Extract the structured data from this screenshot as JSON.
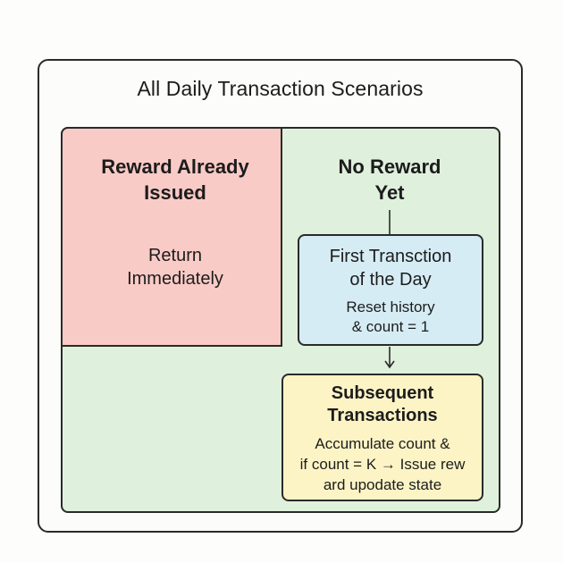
{
  "diagram": {
    "title": "All Daily Transaction Scenarios",
    "reward_issued": {
      "title_line1": "Reward Already",
      "title_line2": "Issued",
      "text_line1": "Return",
      "text_line2": "Immediately"
    },
    "no_reward": {
      "title_line1": "No Reward",
      "title_line2": "Yet"
    },
    "first_transaction": {
      "title_line1": "First Transction",
      "title_line2": "of the Day",
      "text_line1": "Reset history",
      "text_line2": "& count = 1"
    },
    "subsequent": {
      "title_line1": "Subsequent",
      "title_line2": "Transactions",
      "text_line1": "Accumulate count &",
      "text_line2": "if count = K → Issue rew",
      "text_line3": "ard upodate state"
    }
  }
}
